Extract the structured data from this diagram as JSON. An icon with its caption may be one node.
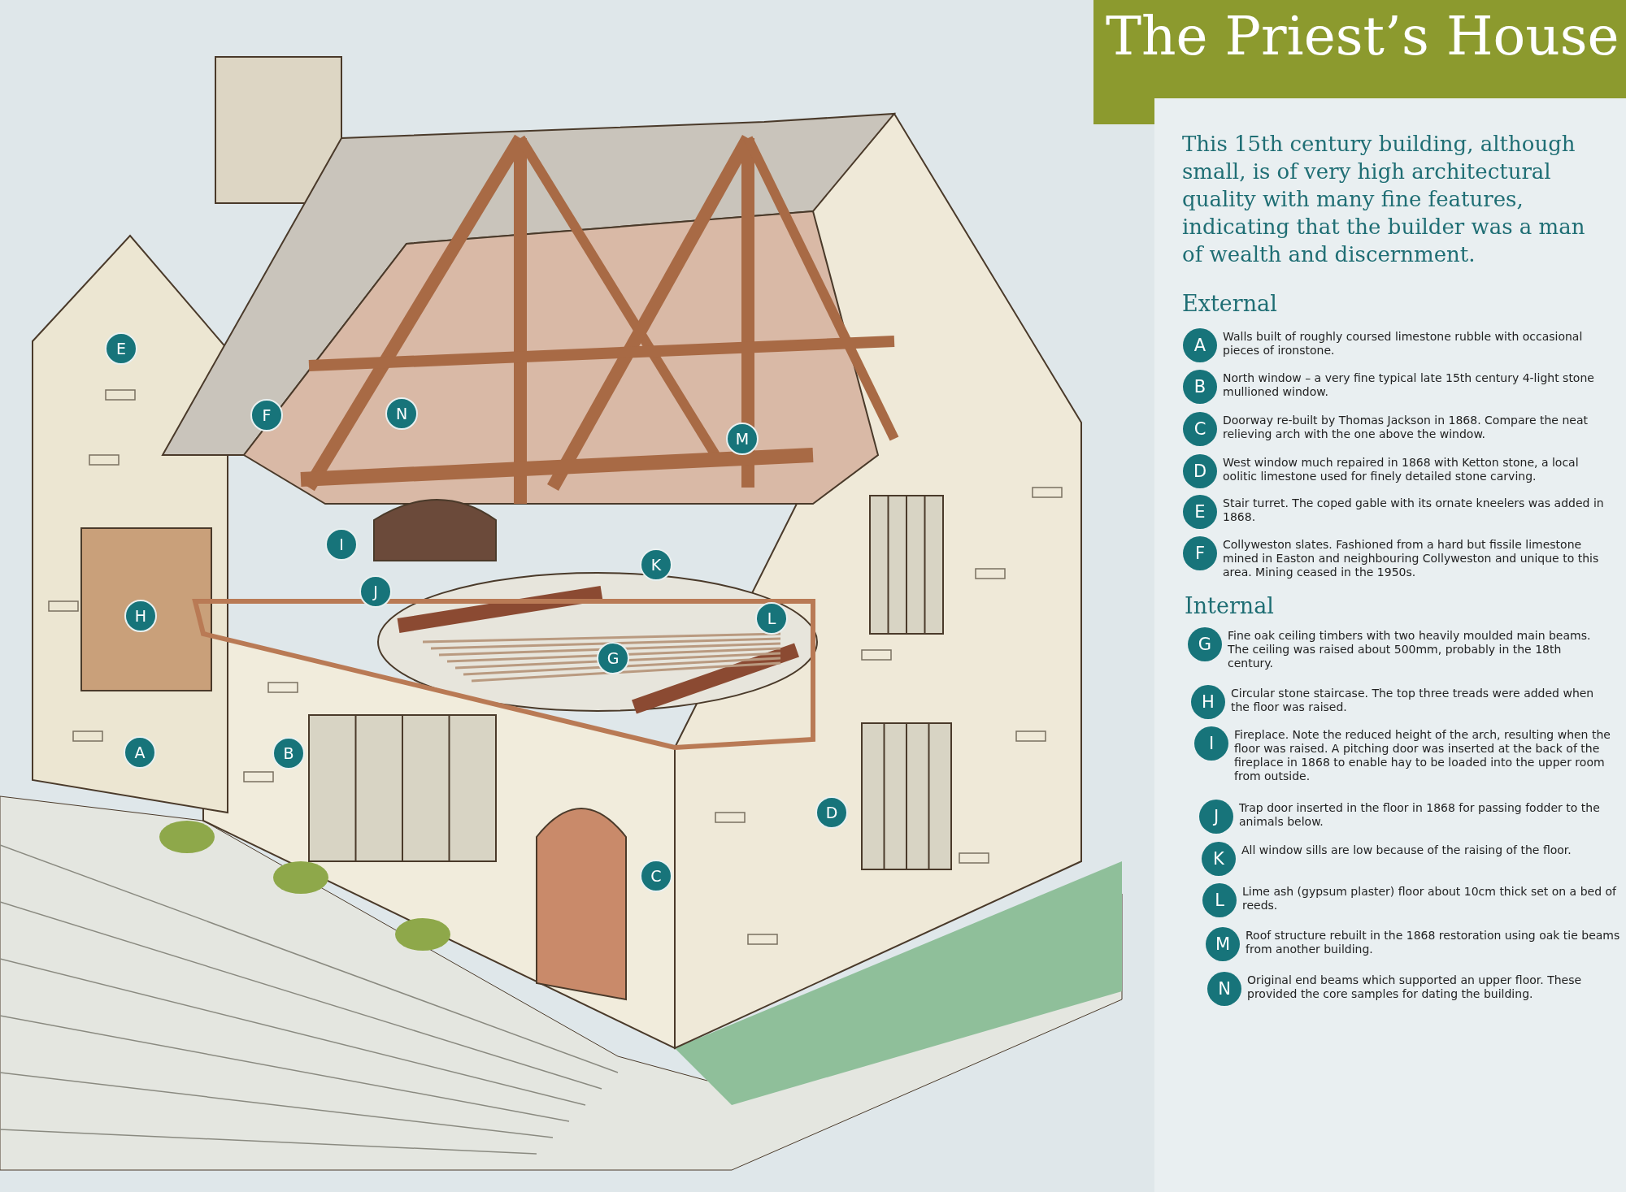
{
  "diagram": {
    "title": "The Priest’s House",
    "nodes": [
      {
        "text": [
          "A"
        ]
      },
      {
        "text": [
          "B"
        ]
      },
      {
        "text": [
          "C"
        ]
      },
      {
        "text": [
          "D"
        ]
      },
      {
        "text": [
          "E"
        ]
      },
      {
        "text": [
          "F"
        ]
      },
      {
        "text": [
          "G"
        ]
      },
      {
        "text": [
          "H"
        ]
      },
      {
        "text": [
          "I"
        ]
      },
      {
        "text": [
          "J"
        ]
      },
      {
        "text": [
          "K"
        ]
      },
      {
        "text": [
          "L"
        ]
      },
      {
        "text": [
          "M"
        ]
      },
      {
        "text": [
          "N"
        ]
      },
      {
        "text": [
          "A"
        ],
        "beside": [
          "Walls built of roughly coursed limestone rubble with occasional pieces of ironstone."
        ]
      },
      {
        "text": [
          "B"
        ],
        "beside": [
          "North window – a very fine typical late 15th century 4-light stone mullioned window."
        ]
      },
      {
        "text": [
          "C"
        ],
        "beside": [
          "Doorway re-built by Thomas Jackson in 1868. Compare the neat relieving arch with the one above the window."
        ]
      },
      {
        "text": [
          "D"
        ],
        "beside": [
          "West window much repaired in 1868 with Ketton stone, a local oolitic limestone used for finely detailed stone carving."
        ]
      },
      {
        "text": [
          "E"
        ],
        "beside": [
          "Stair turret. The coped gable with its ornate kneelers was added in 1868."
        ]
      },
      {
        "text": [
          "F"
        ],
        "beside": [
          "Collyweston slates. Fashioned from a hard but fissile limestone mined in Easton and neighbouring Collyweston and unique to this area. Mining ceased in the 1950s."
        ]
      },
      {
        "text": [
          "G"
        ],
        "beside": [
          "Fine oak ceiling timbers with two heavily moulded main beams. The ceiling was raised about 500mm, probably in the 18th century."
        ]
      },
      {
        "text": [
          "H"
        ],
        "beside": [
          "Circular stone staircase. The top three treads were added when the floor was raised."
        ]
      },
      {
        "text": [
          "I"
        ],
        "beside": [
          "Fireplace. Note the reduced height of the arch, resulting when the floor was raised. A pitching door was inserted at the back of the fireplace in 1868 to enable hay to be loaded into the upper room from outside."
        ]
      },
      {
        "text": [
          "J"
        ],
        "beside": [
          "Trap door inserted in the floor in 1868 for passing fodder to the animals below."
        ]
      },
      {
        "text": [
          "K"
        ],
        "beside": [
          "All window sills are low because of the raising of the floor."
        ]
      },
      {
        "text": [
          "L"
        ],
        "beside": [
          "Lime ash (gypsum plaster) floor about 10cm thick set on a bed of reeds."
        ]
      },
      {
        "text": [
          "M"
        ],
        "beside": [
          "Roof structure rebuilt in the 1868 restoration using oak tie beams from another building."
        ]
      },
      {
        "text": [
          "N"
        ],
        "beside": [
          "Original end beams which supported an upper floor. These provided the core samples for dating the building."
        ]
      }
    ],
    "labels": [
      "This 15th century building, although small, is of very high architectural quality with many fine features, indicating that the builder was a man of wealth and discernment.",
      "External",
      "Internal"
    ]
  }
}
